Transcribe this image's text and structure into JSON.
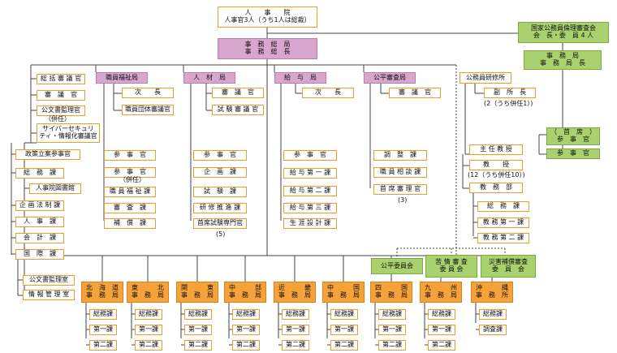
{
  "top": {
    "line1": "人　　事　　院",
    "line2": "人事官3人（うち1人は総裁）"
  },
  "secretariat": {
    "line1": "事　務　総　局",
    "line2": "事　務　総　長"
  },
  "ethics_board": {
    "line1": "国家公務員倫理審査会",
    "line2": "会　長・委　員 4 人"
  },
  "ethics_secretariat": {
    "line1": "事　務　局",
    "line2": "事　務　局　長"
  },
  "ethics_staff": [
    "（　首　席　）\n参　事　官",
    "参　事　官"
  ],
  "left_direct": [
    "総 括 審 議 官",
    "審　議　官",
    "公文書監理官",
    "サイバーセキュリティ・情報化審議官",
    "政策立案参事官",
    "総　務　課",
    "人事院図書館",
    "企 画 法 制 課",
    "人　事　課",
    "会　計　課",
    "国　際　課",
    "公文書監理室",
    "情 報 管 理 室"
  ],
  "left_note": "（併任）",
  "bureaus": {
    "welfare": {
      "name": "職員福祉局",
      "items": [
        "次　　長",
        "職員団体審議官",
        "参　事　官",
        "参　事　官",
        "職 員 福 祉 課",
        "審　査　課",
        "補　償　課"
      ],
      "note": "（併任）"
    },
    "hr": {
      "name": "人　材　局",
      "items": [
        "審　議　官",
        "試 験 審 議 官",
        "参　事　官",
        "企　画　課",
        "試　験　課",
        "研 修 推 進 課",
        "首席試験専門官"
      ],
      "note": "(5)"
    },
    "pay": {
      "name": "給　与　局",
      "items": [
        "次　　長",
        "参　事　官",
        "給 与 第 一 課",
        "給 与 第 二 課",
        "給 与 第 三 課",
        "生 涯 設 計 課"
      ]
    },
    "review": {
      "name": "公平審査局",
      "items": [
        "審　議　官",
        "調　整　課",
        "職 員 相 談 課",
        "首 席 審 理 官"
      ],
      "note": "(3)"
    },
    "institute": {
      "name": "公務員研修所",
      "items": [
        "副　所　長",
        "主 任 教 授",
        "教　　授",
        "教　務　部",
        "総　務　課",
        "教 務 第 一 課",
        "教 務 第 二 課"
      ],
      "note1": "(2（うち併任1）)",
      "note2": "(12（うち併任10）)"
    }
  },
  "committees": [
    "公平委員会",
    "苦 情 審 査\n委 員 会",
    "災害補償審査\n委　員　会"
  ],
  "regional": [
    {
      "name": "北　海　道\n事　務　局",
      "sections": [
        "総務課",
        "第一課",
        "第二課"
      ]
    },
    {
      "name": "東　　　北\n事　務　局",
      "sections": [
        "総務課",
        "第一課",
        "第二課"
      ]
    },
    {
      "name": "関　　　東\n事　務　局",
      "sections": [
        "総務課",
        "第一課",
        "第二課"
      ]
    },
    {
      "name": "中　　　部\n事　務　局",
      "sections": [
        "総務課",
        "第一課",
        "第二課"
      ]
    },
    {
      "name": "近　　　畿\n事　務　局",
      "sections": [
        "総務課",
        "第一課",
        "第二課"
      ]
    },
    {
      "name": "中　　　国\n事　務　局",
      "sections": [
        "総務課",
        "第一課",
        "第二課"
      ]
    },
    {
      "name": "四　　　国\n事　務　局",
      "sections": [
        "総務課",
        "第一課",
        "第二課"
      ]
    },
    {
      "name": "九　　　州\n事　務　局",
      "sections": [
        "総務課",
        "第一課",
        "第二課"
      ]
    },
    {
      "name": "沖　　　縄\n事　務　所",
      "sections": [
        "総務課",
        "調査課"
      ]
    }
  ]
}
